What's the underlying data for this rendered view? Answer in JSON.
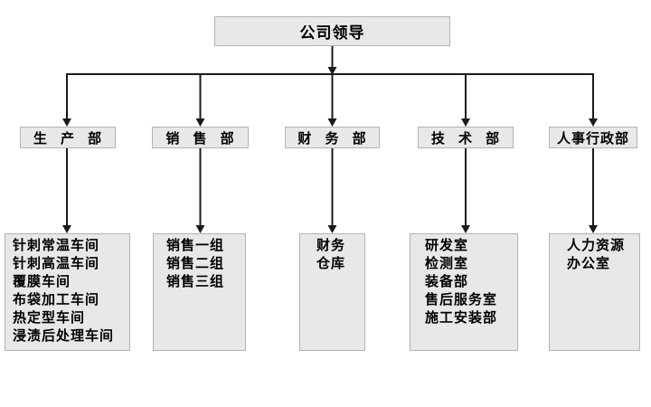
{
  "root": {
    "label": "公司领导"
  },
  "departments": [
    {
      "label": "生 产 部",
      "children": [
        "针刺常温车间",
        "针刺高温车间",
        "覆膜车间",
        "布袋加工车间",
        "热定型车间",
        "浸渍后处理车间"
      ]
    },
    {
      "label": "销 售 部",
      "children": [
        "销售一组",
        "销售二组",
        "销售三组"
      ]
    },
    {
      "label": "财 务 部",
      "children": [
        "财务",
        "仓库"
      ]
    },
    {
      "label": "技 术 部",
      "children": [
        "研发室",
        "检测室",
        "装备部",
        "售后服务室",
        "施工安装部"
      ]
    },
    {
      "label": "人事行政部",
      "children": [
        "人力资源",
        "办公室"
      ]
    }
  ],
  "colors": {
    "background": "#ffffff",
    "box_fill": "#e8e8e8",
    "box_border": "#b3b3b3",
    "line": "#1a1a1a",
    "text": "#000000"
  }
}
